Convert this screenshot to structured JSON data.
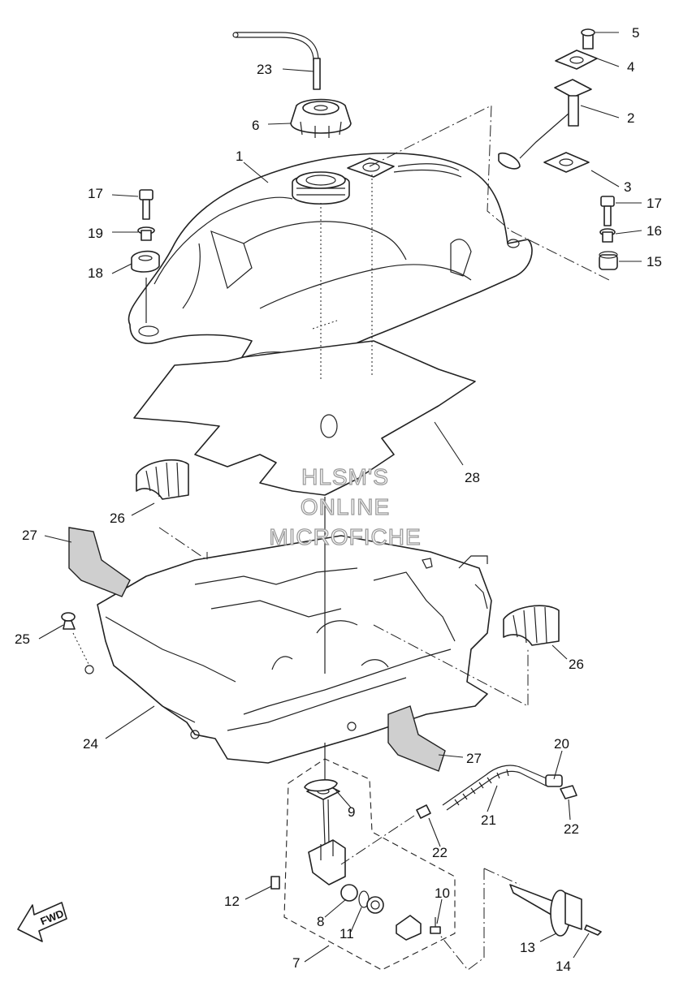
{
  "diagram": {
    "callouts": [
      "1",
      "2",
      "3",
      "4",
      "5",
      "6",
      "7",
      "8",
      "9",
      "10",
      "11",
      "12",
      "13",
      "14",
      "15",
      "16",
      "17",
      "17",
      "18",
      "19",
      "20",
      "21",
      "22",
      "22",
      "23",
      "24",
      "25",
      "26",
      "26",
      "27",
      "27",
      "28"
    ],
    "watermark": [
      "HLSM'S",
      "ONLINE",
      "MICROFICHE"
    ],
    "direction_tag": "FWD"
  }
}
